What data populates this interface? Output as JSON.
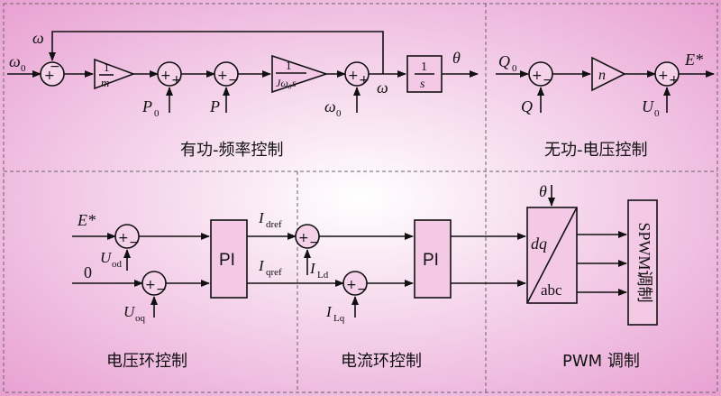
{
  "sections": {
    "freq": "有功-频率控制",
    "volt": "无功-电压控制",
    "vloop": "电压环控制",
    "cloop": "电流环控制",
    "pwm": "PWM 调制"
  },
  "top_left": {
    "omega0_in": "ω",
    "omega0_in_sub": "0",
    "omega_fb": "ω",
    "gain_m_num": "1",
    "gain_m_den": "m",
    "P0": "P",
    "P0_sub": "0",
    "P": "P",
    "inertia_num": "1",
    "inertia_den": "Jω₀s",
    "omega0_add": "ω",
    "omega0_add_sub": "0",
    "omega_out": "ω",
    "integ_num": "1",
    "integ_den": "s",
    "theta": "θ"
  },
  "top_right": {
    "Q0": "Q",
    "Q0_sub": "0",
    "Q": "Q",
    "n": "n",
    "U0": "U",
    "U0_sub": "0",
    "E_out": "E*"
  },
  "bottom": {
    "E_in": "E*",
    "zero_in": "0",
    "Uod": "U",
    "Uod_sub": "od",
    "Uoq": "U",
    "Uoq_sub": "oq",
    "pi1": "PI",
    "pi2": "PI",
    "Idref": "I",
    "Idref_sub": "dref",
    "Iqref": "I",
    "Iqref_sub": "qref",
    "ILd": "I",
    "ILd_sub": "Ld",
    "ILq": "I",
    "ILq_sub": "Lq",
    "theta": "θ",
    "dq": "dq",
    "abc": "abc",
    "spwm": "SPWM调制"
  },
  "colors": {
    "bg_center": "#ffffff",
    "bg_edge": "#e79ad0"
  }
}
